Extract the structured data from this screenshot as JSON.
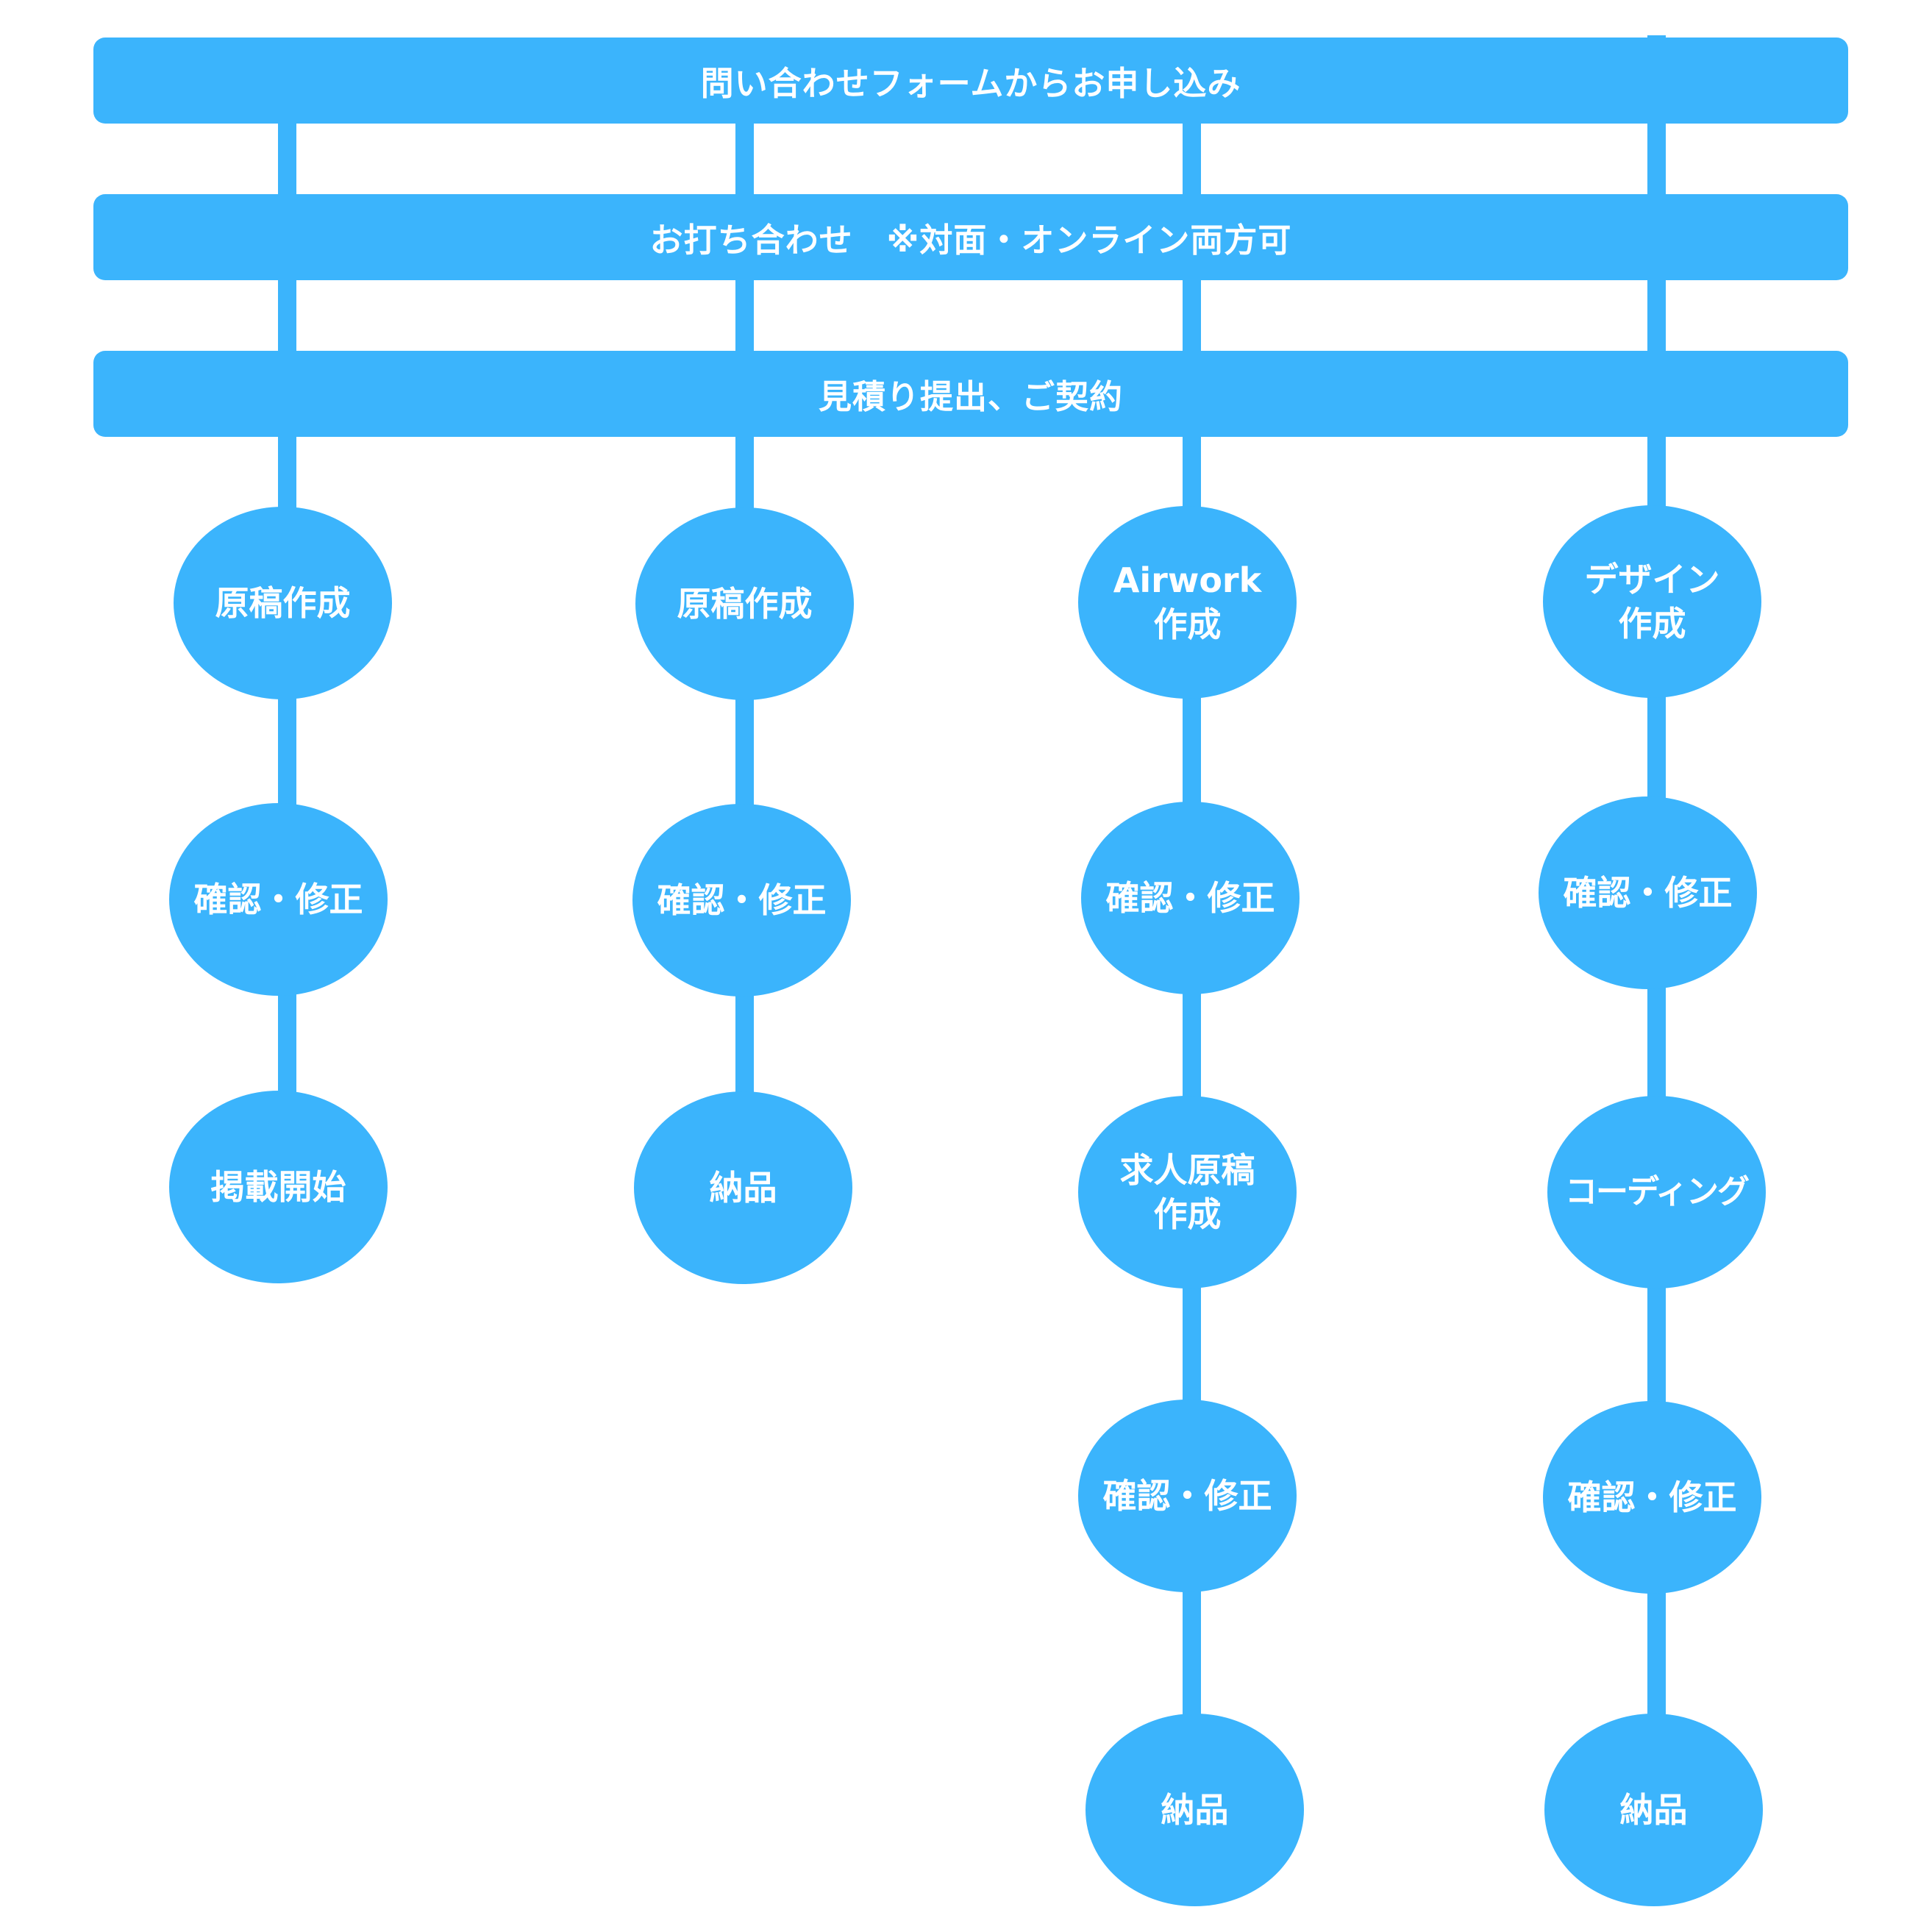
{
  "colors": {
    "accent": "#3bb4fc",
    "text": "#ffffff",
    "background": "#ffffff"
  },
  "steps": {
    "inquiry": "問い合わせフォームからお申し込み",
    "meeting": "お打ち合わせ　※対面・オンライン両方可",
    "estimate": "見積り提出、ご契約"
  },
  "columns": [
    {
      "nodes": [
        "原稿作成",
        "確認・修正",
        "掲載開始"
      ]
    },
    {
      "nodes": [
        "原稿作成",
        "確認・修正",
        "納品"
      ]
    },
    {
      "nodes": [
        "Airwork\n作成",
        "確認・修正",
        "求人原稿\n作成",
        "確認・修正",
        "納品"
      ]
    },
    {
      "nodes": [
        "デザイン\n作成",
        "確認・修正",
        "コーディング",
        "確認・修正",
        "納品"
      ]
    }
  ]
}
